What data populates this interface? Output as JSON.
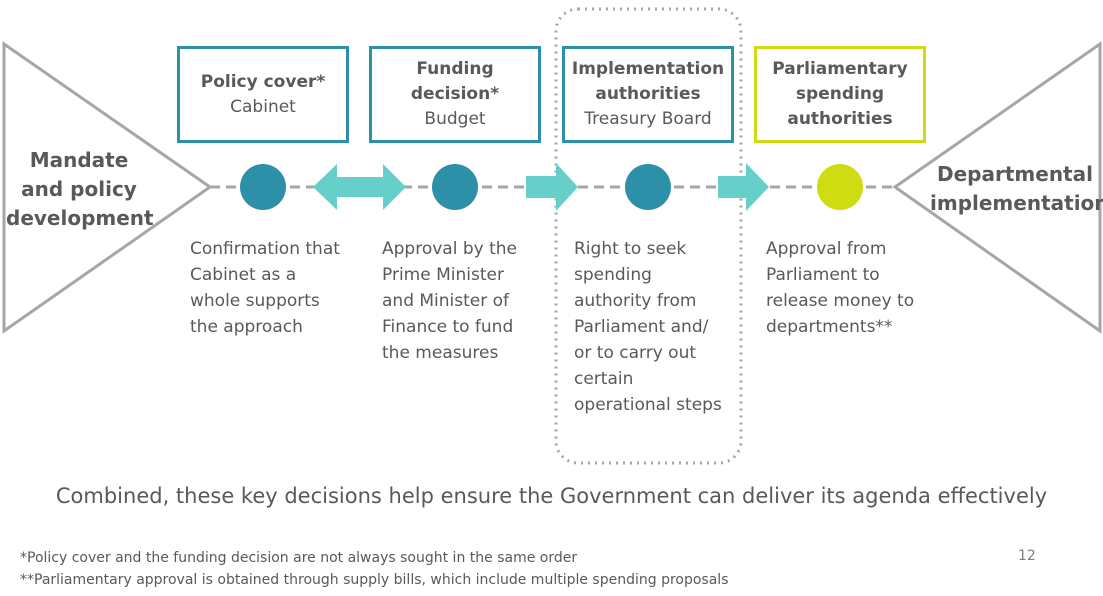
{
  "left_stage": {
    "label": "Mandate and policy development"
  },
  "right_stage": {
    "label": "Departmental implementation"
  },
  "steps": [
    {
      "title": "Policy cover*",
      "subtitle": "Cabinet",
      "description": "Confirmation that Cabinet as a whole supports the approach",
      "color": "#2e8fa8"
    },
    {
      "title": "Funding decision*",
      "subtitle": "Budget",
      "description": "Approval by the Prime Minister and Minister of Finance to fund the measures",
      "color": "#2e8fa8"
    },
    {
      "title": "Implementation authorities",
      "subtitle": "Treasury Board",
      "description": "Right to seek spending authority from Parliament and/ or to carry out certain operational steps",
      "color": "#2e8fa8"
    },
    {
      "title": "Parliamentary spending authorities",
      "subtitle": "",
      "description": "Approval from Parliament to release money to departments**",
      "color": "#cfdc12"
    }
  ],
  "summary": "Combined, these key decisions help ensure the Government can deliver its agenda effectively",
  "footnotes": [
    "*Policy cover and the funding decision are not always sought in the same order",
    "**Parliamentary approval is obtained through supply bills, which include multiple spending proposals"
  ],
  "page_number": "12",
  "colors": {
    "teal": "#2e8fa8",
    "arrow": "#66cfc9",
    "yellow": "#cfdc12",
    "gray": "#a6a6a6"
  }
}
